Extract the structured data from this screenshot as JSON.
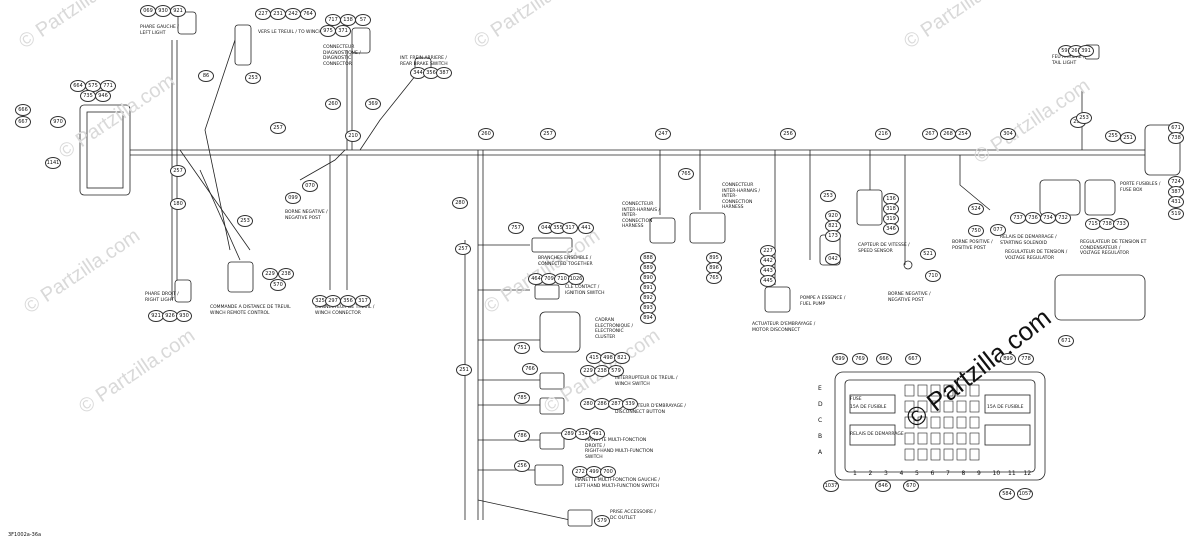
{
  "watermark": "© Partzilla.com",
  "watermark_main": "© Partzilla.com",
  "doc_code": "3F1002a-36a",
  "fuse_box": {
    "rows": [
      "E",
      "D",
      "C",
      "B",
      "A"
    ],
    "cols": [
      "1",
      "2",
      "3",
      "4",
      "5",
      "6",
      "7",
      "8",
      "9",
      "10",
      "11",
      "12"
    ]
  },
  "labels": {
    "phare_gauche": "PHARE GAUCHE /\nLEFT LIGHT",
    "phare_droit": "PHARE DROIT /\nRIGHT LIGHT",
    "commande_distance": "COMMANDE A DISTANCE DE TREUIL\nWINCH REMOTE CONTROL",
    "vers_treuil": "VERS LE TREUIL / TO WINCH",
    "diagnostic": "CONNECTEUR\nDIAGNOSTIQUE /\nDIAGNOSTIC\nCONNECTOR",
    "frein": "INT. FREIN ARRIERE /\nREAR BRAKE SWITCH",
    "borne_negative": "BORNE NEGATIVE /\nNEGATIVE POST",
    "connecteur_treuil": "CONNECTEUR DE TREUIL /\nWINCH CONNECTOR",
    "inter_harness_1": "CONNECTEUR\nINTER-HARNAIS /\nINTER-\nCONNECTION\nHARNESS",
    "inter_harness_2": "CONNECTEUR\nINTER-HARNAIS /\nINTER-\nCONNECTION\nHARNESS",
    "branches": "BRANCHES ENSEMBLE /\nCONNECTED TOGETHER",
    "cle_contact": "CLE CONTACT /\nIGNITION SWITCH",
    "cadran": "CADRAN\nELECTRONIQUE /\nELECTRONIC\nCLUSTER",
    "inter_treuil": "INTERRUPTEUR DE TREUIL /\nWINCH SWITCH",
    "inter_debrayage": "INTERRUPTEUR D'EMBRAYAGE /\nDISCONNECT BUTTON",
    "manette_droite": "MANETTE MULTI-FONCTION\nDROITE /\nRIGHT-HAND MULTI-FUNCTION\nSWITCH",
    "manette_gauche": "MANETTE MULTI-FONCTION GAUCHE /\nLEFT HAND MULTI-FUNCTION SWITCH",
    "prise": "PRISE ACCESSOIRE /\nDC OUTLET",
    "actuateur": "ACTUATEUR D'EMBRAYAGE /\nMOTOR DISCONNECT",
    "pompe": "POMPE A ESSENCE /\nFUEL PUMP",
    "capteur_vitesse": "CAPTEUR DE VITESSE /\nSPEED SENSOR",
    "borne_negative_2": "BORNE NEGATIVE /\nNEGATIVE POST",
    "borne_positive": "BORNE POSITIVE /\nPOSITIVE POST",
    "relais": "RELAIS DE DEMARRAGE /\nSTARTING SOLENOID",
    "regulateur_tension": "REGULATEUR DE TENSION /\nVOLTAGE REGULATOR",
    "regulateur": "REGULATEUR DE TENSION ET\nCONDENSATEUR /\nVOLTAGE REGULATOR",
    "feu_arriere": "FEU ARRIERE /\nTAIL LIGHT",
    "porte_fusibles": "PORTE FUSIBLES /\nFUSE BOX"
  },
  "callouts": {
    "c069": "069",
    "c930": "930",
    "c921": "921",
    "c227": "227",
    "c231": "231",
    "c242": "242",
    "c764": "764",
    "c717": "717",
    "c138": "138",
    "c57": "57",
    "c975": "975",
    "c371": "371",
    "c344": "344",
    "c356": "356",
    "c387": "387",
    "c664": "664",
    "c575": "575",
    "c771": "771",
    "c735": "735",
    "c946": "946",
    "c666": "666",
    "c667": "667",
    "c970": "970",
    "c1141": "1141",
    "c86": "86",
    "c253": "253",
    "c257": "257",
    "c257b": "257",
    "c257c": "257",
    "c180": "180",
    "c253b": "253",
    "c229": "229",
    "c238": "238",
    "c570": "570",
    "c921b": "921",
    "c926": "926",
    "c930b": "930",
    "c260": "260",
    "c369": "369",
    "c210": "210",
    "c099": "099",
    "c070": "070",
    "c325": "325",
    "c297": "297",
    "c356b": "356",
    "c317": "317",
    "c260b": "260",
    "c280": "280",
    "c257d": "257",
    "c247": "247",
    "c256": "256",
    "c216": "216",
    "c304": "304",
    "c267": "267",
    "c268": "268",
    "c255": "255",
    "c255b": "255",
    "c757": "757",
    "c044": "044",
    "c355": "355",
    "c317b": "317",
    "c441": "441",
    "c765": "765",
    "c464": "464",
    "c709": "709",
    "c710": "710",
    "c1026": "1026",
    "c415": "415",
    "c498": "498",
    "c821": "821",
    "c229b": "229",
    "c238b": "238",
    "c579": "579",
    "c280b": "280",
    "c286": "286",
    "c287": "287",
    "c339": "339",
    "c289": "289",
    "c334": "334",
    "c491": "491",
    "c272": "272",
    "c499": "499",
    "c700": "700",
    "c579b": "579",
    "c751": "751",
    "c766": "766",
    "c785": "785",
    "c786": "786",
    "c256b": "256",
    "c251": "251",
    "c888": "888",
    "c889": "889",
    "c890": "890",
    "c891": "891",
    "c892": "892",
    "c893": "893",
    "c894": "894",
    "c895": "895",
    "c896": "896",
    "c765b": "765",
    "c227b": "227",
    "c442": "442",
    "c443": "443",
    "c445": "445",
    "c253c": "253",
    "c920": "920",
    "c821b": "821",
    "c173": "173",
    "c042": "042",
    "c136": "136",
    "c318": "318",
    "c319": "319",
    "c346": "346",
    "c521": "521",
    "c710b": "710",
    "c254": "254",
    "c524": "524",
    "c750": "750",
    "c077": "077",
    "c737": "737",
    "c736": "736",
    "c734": "734",
    "c732": "732",
    "c715": "715",
    "c738": "738",
    "c733": "733",
    "c671": "671",
    "c738b": "738",
    "c724": "724",
    "c387b": "387",
    "c431": "431",
    "c519": "519",
    "c592": "592",
    "c261": "261",
    "c391": "391",
    "c253d": "253",
    "c251b": "251",
    "c671b": "671",
    "c899": "899",
    "c769": "769",
    "c666b": "666",
    "c667b": "667",
    "c899b": "899",
    "c778": "778",
    "c1037": "1037",
    "c846": "846",
    "c670": "670",
    "c584": "584",
    "c1057": "1057"
  },
  "fuse_labels": {
    "fuse_a": "FUSE",
    "fuse_b": "15A DE FUSIBLE",
    "fuse_c": "15A DE FUSIBLE",
    "fuse_d": "RELAIS DE DEMARRAGE"
  },
  "colors": {
    "line": "#222222",
    "watermark": "#d9d9d9",
    "text": "#111111"
  }
}
